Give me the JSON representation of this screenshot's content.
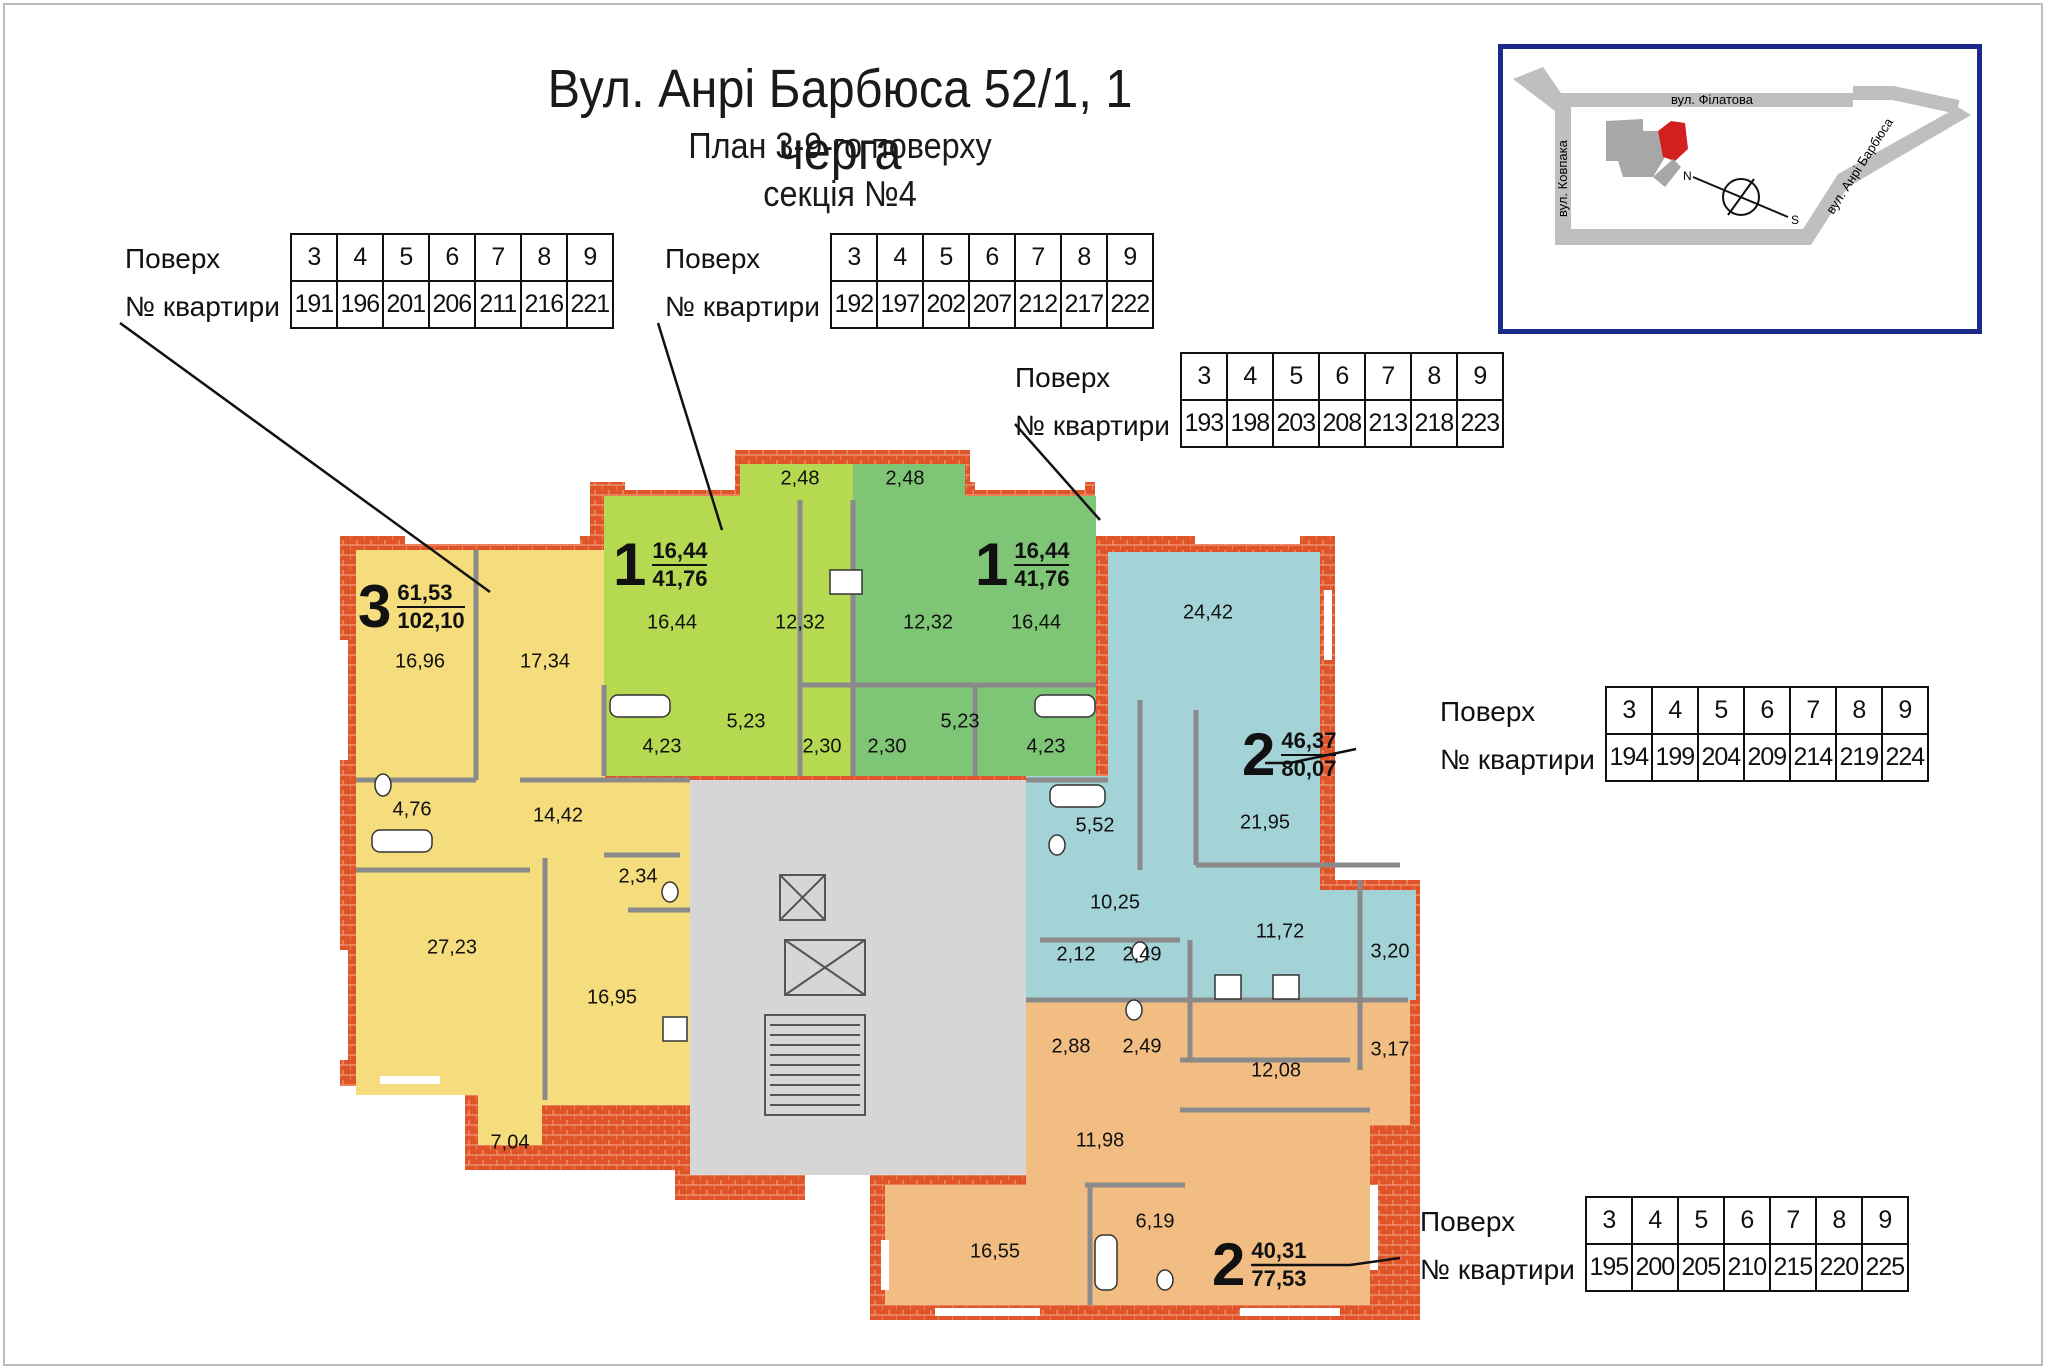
{
  "header": {
    "title": "Вул. Анрі Барбюса 52/1, 1 черга",
    "subtitle": "План 3-9-го поверху",
    "section": "секція №4"
  },
  "legend_labels": {
    "floor": "Поверх",
    "apartment": "№ квартири"
  },
  "floor_tables": [
    {
      "floors": [
        "3",
        "4",
        "5",
        "6",
        "7",
        "8",
        "9"
      ],
      "apartments": [
        "191",
        "196",
        "201",
        "206",
        "211",
        "216",
        "221"
      ]
    },
    {
      "floors": [
        "3",
        "4",
        "5",
        "6",
        "7",
        "8",
        "9"
      ],
      "apartments": [
        "192",
        "197",
        "202",
        "207",
        "212",
        "217",
        "222"
      ]
    },
    {
      "floors": [
        "3",
        "4",
        "5",
        "6",
        "7",
        "8",
        "9"
      ],
      "apartments": [
        "193",
        "198",
        "203",
        "208",
        "213",
        "218",
        "223"
      ]
    },
    {
      "floors": [
        "3",
        "4",
        "5",
        "6",
        "7",
        "8",
        "9"
      ],
      "apartments": [
        "194",
        "199",
        "204",
        "209",
        "214",
        "219",
        "224"
      ]
    },
    {
      "floors": [
        "3",
        "4",
        "5",
        "6",
        "7",
        "8",
        "9"
      ],
      "apartments": [
        "195",
        "200",
        "205",
        "210",
        "215",
        "220",
        "225"
      ]
    }
  ],
  "apartments": [
    {
      "rooms": "3",
      "living": "61,53",
      "total": "102,10",
      "color": "#f5dc7c"
    },
    {
      "rooms": "1",
      "living": "16,44",
      "total": "41,76",
      "color": "#b5d951"
    },
    {
      "rooms": "1",
      "living": "16,44",
      "total": "41,76",
      "color": "#7fc576"
    },
    {
      "rooms": "2",
      "living": "46,37",
      "total": "80,07",
      "color": "#a3d3d6"
    },
    {
      "rooms": "2",
      "living": "40,31",
      "total": "77,53",
      "color": "#f2bd82"
    }
  ],
  "room_areas": {
    "a3": [
      "16,96",
      "17,34",
      "4,76",
      "14,42",
      "2,34",
      "27,23",
      "16,95",
      "7,04"
    ],
    "a1": [
      "2,48",
      "16,44",
      "12,32",
      "5,23",
      "2,30",
      "4,23"
    ],
    "a2": [
      "2,48",
      "12,32",
      "16,44",
      "5,23",
      "2,30",
      "4,23"
    ],
    "a4": [
      "24,42",
      "5,52",
      "21,95",
      "10,25",
      "11,72",
      "3,20",
      "2,12",
      "2,49"
    ],
    "a5": [
      "2,88",
      "2,49",
      "12,08",
      "3,17",
      "11,98",
      "6,19",
      "16,55"
    ]
  },
  "map": {
    "street_top": "вул. Філатова",
    "street_left": "вул. Ковпака",
    "street_right": "вул. Анрі Барбюса",
    "north": "N",
    "south": "S"
  },
  "colors": {
    "apt3": "#f5dc7c",
    "apt1a": "#b5d951",
    "apt1b": "#7fc576",
    "apt2a": "#a3d3d6",
    "apt2b": "#f2bd82",
    "core": "#d6d6d6",
    "wall": "#e0542a",
    "map_frame": "#1b2a8a",
    "map_building": "#d41f1f"
  }
}
